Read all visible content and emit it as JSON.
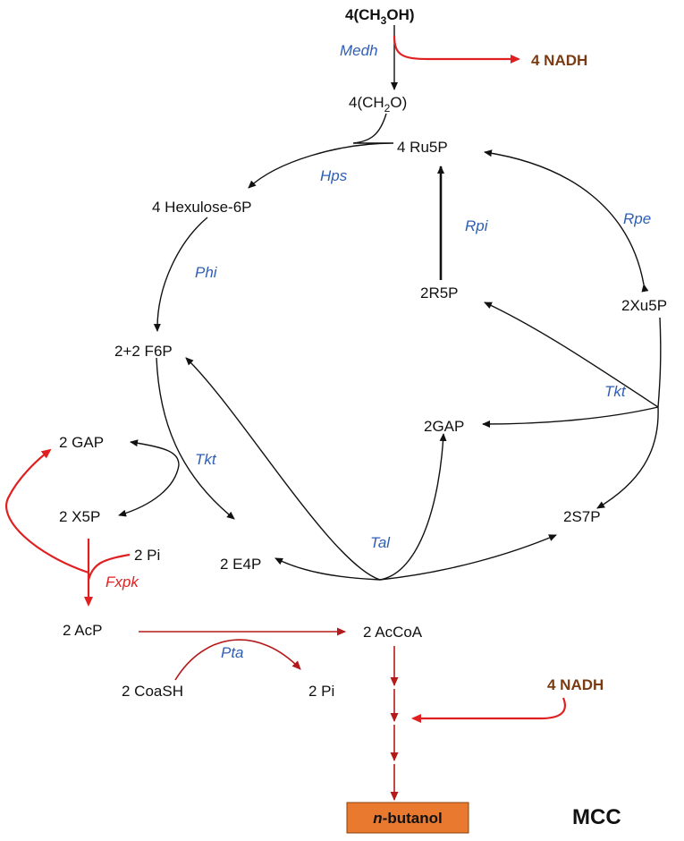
{
  "substrate": {
    "main": "4(CH",
    "sub": "3",
    "end": "OH)"
  },
  "formaldehyde": {
    "main": "4(CH",
    "sub": "2",
    "end": "O)"
  },
  "nadh_top": "4 NADH",
  "nadh_bottom": "4 NADH",
  "metabolites": {
    "ru5p": "4 Ru5P",
    "hexulose": "4 Hexulose-6P",
    "f6p": "2+2 F6P",
    "r5p": "2R5P",
    "xu5p": "2Xu5P",
    "gap_center": "2GAP",
    "gap_left": "2 GAP",
    "x5p": "2 X5P",
    "pi_top": "2 Pi",
    "e4p": "2 E4P",
    "s7p": "2S7P",
    "acp": "2 AcP",
    "accoa": "2 AcCoA",
    "coash": "2 CoaSH",
    "pi_bottom": "2 Pi"
  },
  "enzymes": {
    "medh": "Medh",
    "hps": "Hps",
    "rpi": "Rpi",
    "rpe": "Rpe",
    "phi": "Phi",
    "tkt_right": "Tkt",
    "tkt_left": "Tkt",
    "tal": "Tal",
    "fxpk": "Fxpk",
    "pta": "Pta"
  },
  "product": {
    "prefix": "n",
    "rest": "-butanol",
    "box_color": "#e8792e"
  },
  "pathway_label": "MCC",
  "colors": {
    "enzyme": "#2f5fb3",
    "red_arrow": "#e02020",
    "dark_red_arrow": "#b51a1a",
    "nadh": "#7a3b12"
  }
}
